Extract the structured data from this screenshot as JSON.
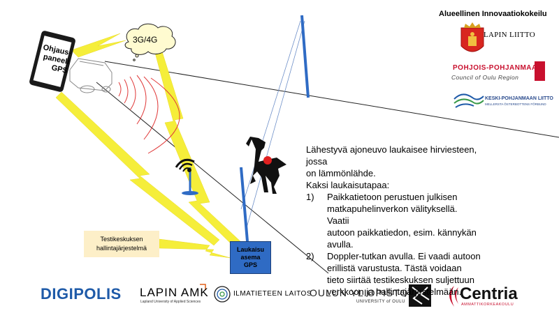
{
  "header": {
    "title": "Alueellinen Innovaatiokokeilu"
  },
  "partners": {
    "lapin_liitto": "LAPIN LIITTO",
    "pohjois_pohjanmaa": "POHJOIS-POHJANMAA",
    "pohjois_pohjanmaa_sub": "Council of Oulu Region",
    "keski_pohjanmaa": "KESKI-POHJANMAAN LIITTO",
    "keski_pohjanmaa_sub": "MELLERSTA ÖSTERBOTTENS FÖRBUND"
  },
  "diagram": {
    "cloud_label": "3G/4G",
    "phone_label": [
      "Ohjaus-",
      "paneeli",
      "GPS"
    ],
    "control_system": [
      "Testikeskuksen",
      "hallintajärjestelmä"
    ],
    "trigger_station": [
      "Laukaisu",
      "asema",
      "GPS"
    ]
  },
  "description": {
    "intro": [
      "Lähestyvä ajoneuvo laukaisee hirviesteen, jossa",
      "on lämmönlähde.",
      "Kaksi laukaisutapaa:"
    ],
    "items": [
      {
        "num": "1)",
        "lines": [
          "Paikkatietoon perustuen julkisen",
          "matkapuhelinverkon välityksellä. Vaatii",
          "autoon paikkatiedon, esim. kännykän",
          "avulla."
        ]
      },
      {
        "num": "2)",
        "lines": [
          "Doppler-tutkan avulla. Ei vaadi autoon",
          "erillistä varustusta. Tästä voidaan",
          "tieto siirtää testikeskuksen suljettuun",
          "verkkoon ja hallintajärjestelmään."
        ]
      }
    ]
  },
  "footer_logos": {
    "digipolis": "DIGIPOLIS",
    "lapin_amk": "LAPIN AMK",
    "lapin_amk_sub": "Lapland University of Applied Sciences",
    "ilmatieteen": "ILMATIETEEN LAITOS",
    "oulun_yliopisto": "OULUN YLIOPISTO",
    "oulun_yliopisto_sub": "UNIVERSITY of OULU",
    "centria": "Centria",
    "centria_sub": "AMMATTIKORKEAKOULU"
  },
  "colors": {
    "lightning": "#f5ee3a",
    "pole": "#2f6bc4",
    "radar": "#e03a3a",
    "red_brand": "#c8102e"
  }
}
